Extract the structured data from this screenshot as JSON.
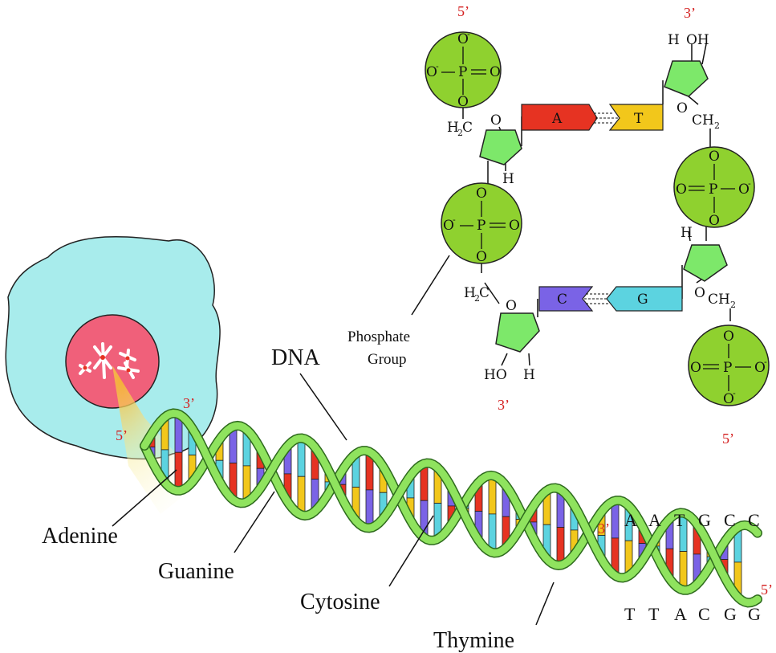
{
  "labels": {
    "dna": "DNA",
    "adenine": "Adenine",
    "guanine": "Guanine",
    "cytosine": "Cytosine",
    "thymine": "Thymine",
    "phosphate_line1": "Phosphate",
    "phosphate_line2": "Group"
  },
  "ends": {
    "five_prime": "5’",
    "three_prime": "3’"
  },
  "base_pairs": {
    "top": {
      "left": "A",
      "right": "T"
    },
    "bottom": {
      "left": "C",
      "right": "G"
    }
  },
  "sequence": {
    "top": [
      "A",
      "A",
      "T",
      "G",
      "C",
      "C"
    ],
    "bottom": [
      "T",
      "T",
      "A",
      "C",
      "G",
      "G"
    ]
  },
  "chem": {
    "O": "O",
    "P": "P",
    "H": "H",
    "HO": "HO",
    "OH": "OH",
    "H2C": "H",
    "CH2": "CH",
    "sub2": "2",
    "minus": "-"
  },
  "colors": {
    "adenine": "#e63322",
    "thymine": "#f2c71b",
    "cytosine": "#7a63e6",
    "guanine": "#5cd3e0",
    "phosphate": "#8fd12f",
    "sugar": "#7de86a",
    "backbone": "#8fe35e",
    "cell": "#a8ecec",
    "nucleus": "#f0607a"
  }
}
